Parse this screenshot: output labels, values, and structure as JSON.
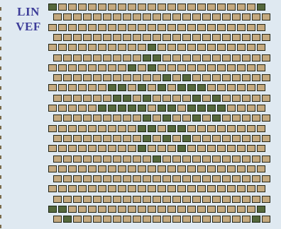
{
  "labels": {
    "line1": "LIN",
    "line2": "VEF"
  },
  "colors": {
    "background": "#dfe9f1",
    "label": "#3d3d99",
    "cell_off": "#c4a97f",
    "cell_on": "#55683c",
    "cell_border": "#262616"
  },
  "board": {
    "rows": 22,
    "cols": 22,
    "rows_data": [
      "1000000000000000000001",
      "0000000000000000000000",
      "0000000000000000000000",
      "0000000000000000000000",
      "0000000000100000000000",
      "0000000001100000000000",
      "0000000010100000000000",
      "0000000000010100000000",
      "0000001101010111000000",
      "0000001101000010100000",
      "0000011111011011110000",
      "0000000001010010100000",
      "0000000001101100000000",
      "0000000001010100000000",
      "0000000001000100000000",
      "0000000000100000000000",
      "0000000000000000000000",
      "0000000000000000000000",
      "0000000000000000000000",
      "0000000000000000000000",
      "1100000000000000000001",
      "0100000000000000000010"
    ]
  }
}
